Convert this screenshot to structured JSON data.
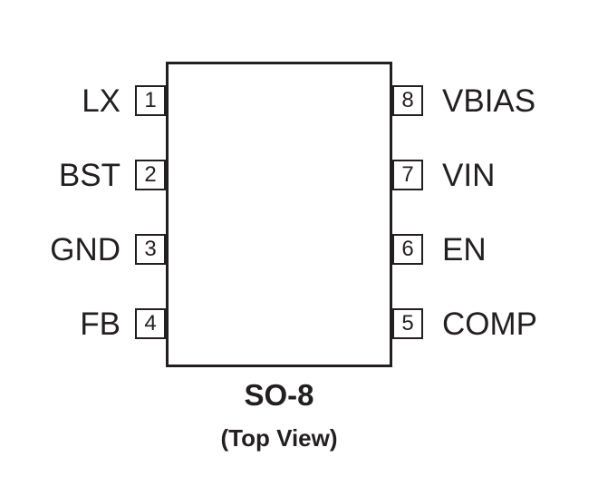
{
  "package": {
    "name": "SO-8",
    "view": "(Top View)"
  },
  "pins_left": [
    {
      "number": "1",
      "label": "LX"
    },
    {
      "number": "2",
      "label": "BST"
    },
    {
      "number": "3",
      "label": "GND"
    },
    {
      "number": "4",
      "label": "FB"
    }
  ],
  "pins_right": [
    {
      "number": "8",
      "label": "VBIAS"
    },
    {
      "number": "7",
      "label": "VIN"
    },
    {
      "number": "6",
      "label": "EN"
    },
    {
      "number": "5",
      "label": "COMP"
    }
  ],
  "colors": {
    "ink": "#231f20",
    "background": "#ffffff"
  }
}
